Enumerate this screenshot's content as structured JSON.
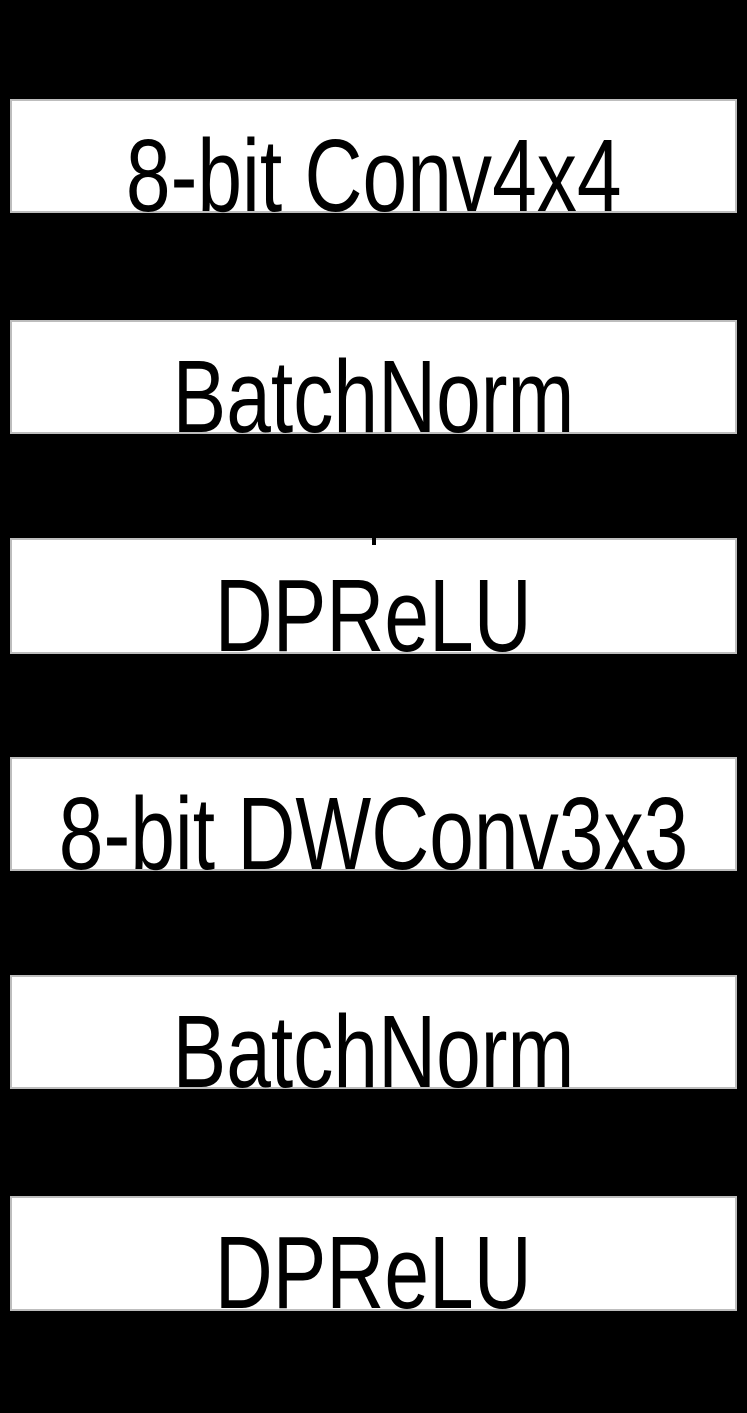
{
  "diagram": {
    "title": "quantized-depthwise-separable-conv-block",
    "background_color": "#000000",
    "box_fill_color": "#ffffff",
    "box_border_color": "#bdbdbd",
    "text_color": "#000000",
    "blocks": [
      {
        "label": "8-bit Conv4x4"
      },
      {
        "label": "BatchNorm"
      },
      {
        "label": "DPReLU"
      },
      {
        "label": "8-bit DWConv3x3"
      },
      {
        "label": "BatchNorm"
      },
      {
        "label": "DPReLU"
      }
    ]
  }
}
